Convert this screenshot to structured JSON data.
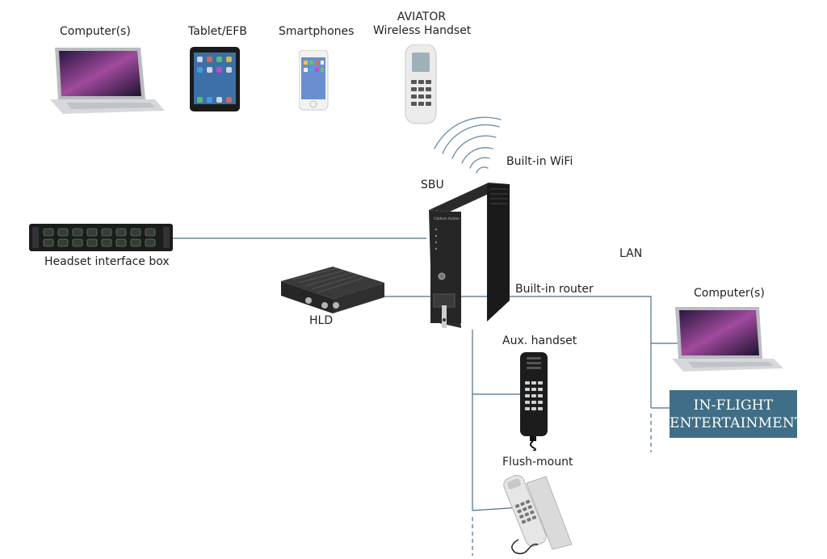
{
  "devices_top": {
    "computers_label": "Computer(s)",
    "tablet_label": "Tablet/EFB",
    "smartphones_label": "Smartphones",
    "aviator_label_line1": "AVIATOR",
    "aviator_label_line2": "Wireless Handset"
  },
  "sbu": {
    "label": "SBU",
    "wifi_label": "Built-in WiFi",
    "router_label": "Built-in router"
  },
  "left": {
    "headset_box_label": "Headset interface box",
    "hld_label": "HLD"
  },
  "right": {
    "lan_label": "LAN",
    "computers_label": "Computer(s)",
    "ife_line1": "IN-FLIGHT",
    "ife_line2": "ENTERTAINMENT"
  },
  "bottom": {
    "aux_handset_label": "Aux. handset",
    "flush_mount_label": "Flush-mount"
  },
  "colors": {
    "line": "#4a6f88",
    "ife_bg": "#3f6e86",
    "wifi_arc": "#6f93a8"
  }
}
